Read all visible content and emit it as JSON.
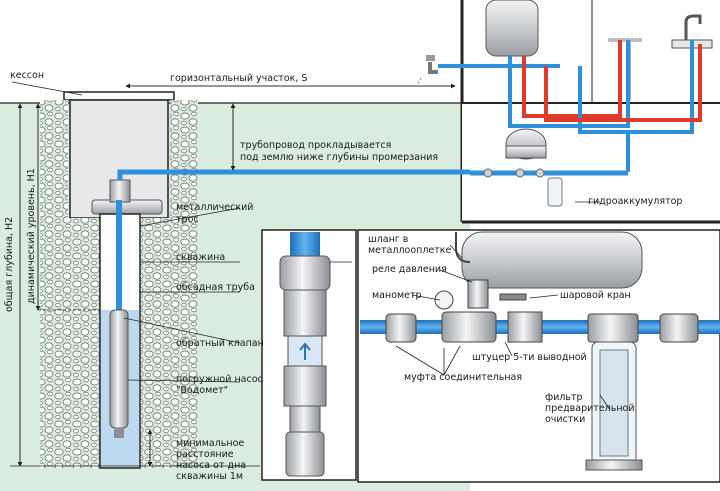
{
  "labels": {
    "caisson": "кессон",
    "horizontal_section": "горизонтальный участок, S",
    "pipeline_line1": "трубопровод прокладывается",
    "pipeline_line2": "под землю ниже глубины промерзания",
    "metal_cable_line1": "металлический",
    "metal_cable_line2": "трос",
    "well": "скважина",
    "casing_pipe": "обсадная труба",
    "check_valve": "обратный клапан",
    "pump_line1": "погружной насос",
    "pump_line2": "\"Водомет\"",
    "min_distance_line1": "минимальное",
    "min_distance_line2": "расстояние",
    "min_distance_line3": "насоса от дна",
    "min_distance_line4": "скважины 1м",
    "accumulator": "гидроаккумулятор",
    "hose_line1": "шланг в",
    "hose_line2": "металлооплетке",
    "pressure_relay": "реле давления",
    "manometer": "манометр",
    "ball_valve": "шаровой кран",
    "fitting": "штуцер 5-ти выводной",
    "coupling": "муфта соединительная",
    "filter_line1": "фильтр",
    "filter_line2": "предварительной",
    "filter_line3": "очистки",
    "total_depth": "общая глубина, H2",
    "dynamic_level": "динамический уровень, H1"
  },
  "colors": {
    "cold_water": "#2f8fd8",
    "hot_water": "#e03a2a",
    "soil": "#d9ecdf",
    "gravel": "#a8b1a8",
    "water": "#bcd9ef",
    "metal": "#c8ccd0",
    "line": "#222222"
  }
}
